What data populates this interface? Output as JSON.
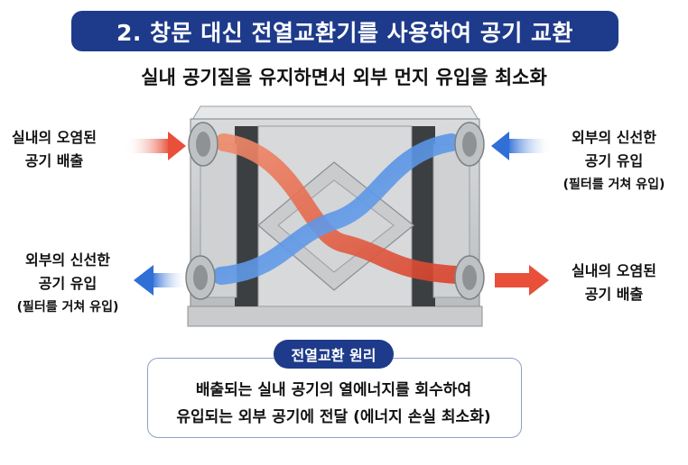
{
  "title": "2. 창문 대신 전열교환기를 사용하여 공기 교환",
  "subtitle": "실내 공기질을 유지하면서 외부 먼지 유입을 최소화",
  "labels": {
    "top_left": {
      "line1": "실내의 오염된",
      "line2": "공기 배출"
    },
    "top_right": {
      "line1": "외부의 신선한",
      "line2": "공기 유입",
      "note": "(필터를 거쳐 유입)"
    },
    "bottom_left": {
      "line1": "외부의 신선한",
      "line2": "공기 유입",
      "note": "(필터를 거쳐 유입)"
    },
    "bottom_right": {
      "line1": "실내의 오염된",
      "line2": "공기 배출"
    }
  },
  "principle": {
    "tag": "전열교환 원리",
    "line1": "배출되는 실내 공기의 열에너지를 회수하여",
    "line2": "유입되는 외부 공기에 전달 (에너지 손실 최소화)"
  },
  "colors": {
    "title_bg": "#1e3a8a",
    "hot": "#e8503a",
    "cold": "#2f6fd6",
    "box_border": "#8ea0c4"
  }
}
